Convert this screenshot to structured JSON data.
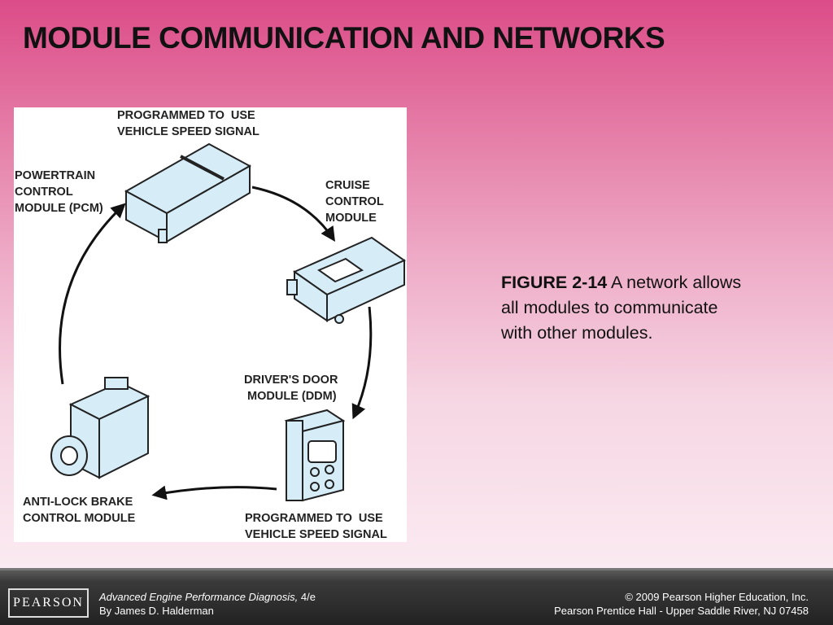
{
  "slide": {
    "title": "MODULE COMMUNICATION AND NETWORKS"
  },
  "figure": {
    "labels": {
      "top": "PROGRAMMED TO  USE\nVEHICLE SPEED SIGNAL",
      "pcm": "POWERTRAIN\nCONTROL\nMODULE (PCM)",
      "cruise": "CRUISE\nCONTROL\nMODULE",
      "ddm": "DRIVER'S DOOR\n MODULE (DDM)",
      "abs": "ANTI-LOCK BRAKE\nCONTROL MODULE",
      "bottom": "PROGRAMMED TO  USE\nVEHICLE SPEED SIGNAL"
    }
  },
  "caption": {
    "figure_number": "FIGURE 2-14",
    "text": " A network allows all modules to communicate with other modules."
  },
  "footer": {
    "logo": "PEARSON",
    "book_title": "Advanced Engine Performance Diagnosis,",
    "edition": " 4/e",
    "author": "By James D. Halderman",
    "copyright": "© 2009 Pearson Higher Education, Inc.",
    "publisher": "Pearson Prentice Hall - Upper Saddle River, NJ 07458"
  }
}
